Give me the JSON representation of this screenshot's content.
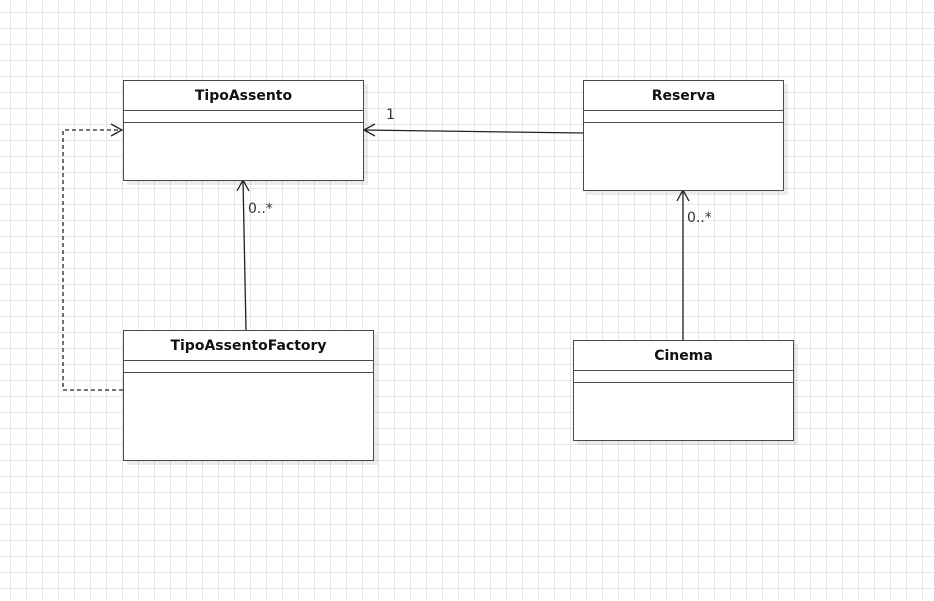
{
  "classes": {
    "tipo_assento": {
      "name": "TipoAssento"
    },
    "reserva": {
      "name": "Reserva"
    },
    "tipo_assento_factory": {
      "name": "TipoAssentoFactory"
    },
    "cinema": {
      "name": "Cinema"
    }
  },
  "associations": {
    "reserva_to_tipo_assento": {
      "multiplicity": "1"
    },
    "factory_to_tipo_assento": {
      "multiplicity": "0..*"
    },
    "cinema_to_reserva": {
      "multiplicity": "0..*"
    }
  }
}
